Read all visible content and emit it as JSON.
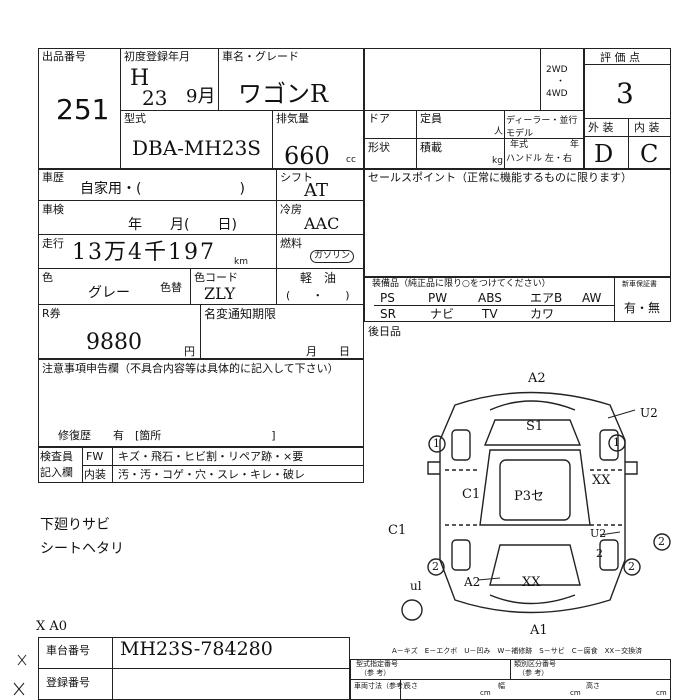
{
  "header": {
    "lot_label": "出品番号",
    "lot_value": "251",
    "first_reg_label": "初度登録年月",
    "first_reg_era": "H",
    "first_reg_year": "23",
    "first_reg_month": "9月",
    "car_name_label": "車名・グレード",
    "car_name_value": "ワゴンR",
    "drive_2wd": "2WD",
    "drive_dot": "・",
    "drive_4wd": "4WD",
    "score_label": "評 価 点",
    "score_value": "3",
    "model_label": "型式",
    "model_value": "DBA-MH23S",
    "displacement_label": "排気量",
    "displacement_value": "660",
    "displacement_unit": "cc",
    "door_label": "ドア",
    "capacity_label": "定員",
    "capacity_unit": "人",
    "dealer_label": "ディーラー・並行",
    "model_year_label1": "モデル",
    "model_year_label2": "年式",
    "year_unit": "年",
    "shape_label": "形状",
    "load_label": "積載",
    "load_unit": "kg",
    "handle_label": "ハンドル 左・右",
    "exterior_label": "外 装",
    "interior_label": "内 装",
    "exterior_value": "D",
    "interior_value": "C"
  },
  "details": {
    "history_label": "車歴",
    "history_value": "自家用・(　　　　　　　)",
    "shift_label": "シフト",
    "shift_value": "AT",
    "inspection_label": "車検",
    "inspection_value": "年　　月(　　日)",
    "ac_label": "冷房",
    "ac_value": "AAC",
    "mileage_label": "走行",
    "mileage_value": "13万4千197",
    "mileage_unit": "km",
    "fuel_label": "燃料",
    "fuel_gas": "ガソリン",
    "fuel_diesel": "軽　油",
    "fuel_paren": "(　　・　　)",
    "color_label": "色",
    "color_value": "グレー",
    "color_change_label": "色替",
    "color_code_label": "色コード",
    "color_code_value": "ZLY",
    "recycle_label": "R券",
    "recycle_value": "9880",
    "recycle_unit": "円",
    "name_change_label": "名変通知期限",
    "name_change_value": "月　　日"
  },
  "sales": {
    "title": "セールスポイント（正常に機能するものに限ります）",
    "equipment_title": "装備品（純正品に限り○をつけてください）",
    "warranty_label": "新車保証書",
    "warranty_value": "有・無",
    "equipment": [
      "PS",
      "PW",
      "ABS",
      "エアB",
      "AW",
      "SR",
      "ナビ",
      "TV",
      "カワ"
    ],
    "rear_seat_label": "後日品"
  },
  "notes": {
    "title": "注意事項申告欄（不具合内容等は具体的に記入して下さい）",
    "repair_history": "修復歴　　有　[箇所　　　　　　　　　　]",
    "inspector_label1": "検査員",
    "inspector_label2": "記入欄",
    "fw_label": "FW",
    "interior_label": "内装",
    "line1": "キズ・飛石・ヒビ割・リペア跡・×要",
    "line2": "汚・汚・コゲ・穴・スレ・キレ・破レ",
    "handwritten1": "下廻りサビ",
    "handwritten2": "シートヘタリ",
    "mark": "X A0"
  },
  "diagram": {
    "labels": [
      "A2",
      "S1",
      "U2",
      "1",
      "1",
      "C1",
      "P3セ",
      "XX",
      "C1",
      "U2",
      "2",
      "2",
      "2",
      "2",
      "A2",
      "XX",
      "A1",
      "ul"
    ],
    "legend": "A－キズ　E－エクボ　U－凹み　W－補修跡　S－サビ　C－腐食　XX－交換済"
  },
  "footer": {
    "chassis_label": "車台番号",
    "chassis_value": "MH23S-784280",
    "reg_label": "登録番号",
    "type_designation": "型式指定番号",
    "type_ref": "（参 考）",
    "class_number": "類別区分番号",
    "class_ref": "（参 考）",
    "body_dims": "車両寸法（参考）",
    "length_label": "長さ",
    "cm": "cm",
    "width_label": "幅",
    "height_label": "高さ"
  }
}
